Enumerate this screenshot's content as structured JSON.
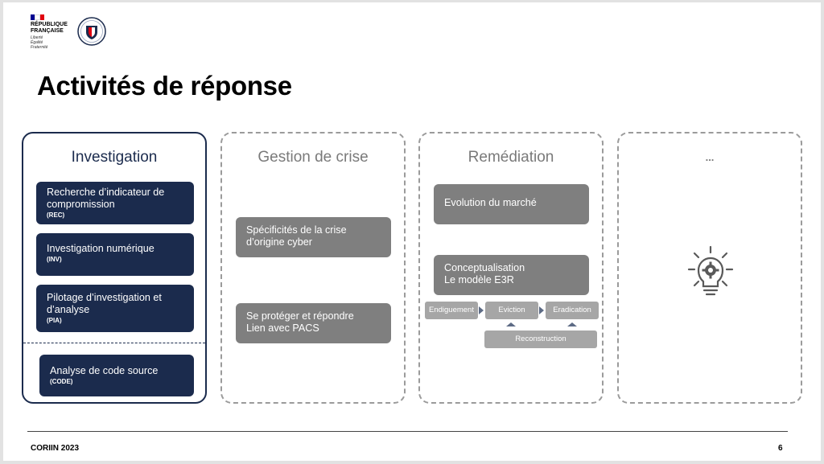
{
  "header": {
    "republique_line1": "RÉPUBLIQUE",
    "republique_line2": "FRANÇAISE",
    "motto_line1": "Liberté",
    "motto_line2": "Égalité",
    "motto_line3": "Fraternité",
    "flag_colors": [
      "#000091",
      "#ffffff",
      "#e1000f"
    ]
  },
  "slide": {
    "title": "Activités de réponse"
  },
  "columns": {
    "investigation": {
      "title": "Investigation",
      "items": [
        {
          "label": "Recherche d’indicateur de compromission",
          "code": "(REC)"
        },
        {
          "label": "Investigation numérique",
          "code": "(INV)"
        },
        {
          "label": "Pilotage d’investigation et d’analyse",
          "code": "(PIA)"
        },
        {
          "label": "Analyse de code source",
          "code": "(CODE)"
        }
      ]
    },
    "crise": {
      "title": "Gestion de crise",
      "items": [
        {
          "line1": "Spécificités de la crise",
          "line2": "d’origine cyber"
        },
        {
          "line1": "Se protéger et répondre",
          "line2": "Lien avec PACS"
        }
      ]
    },
    "remediation": {
      "title": "Remédiation",
      "item1": "Evolution du marché",
      "item2_line1": "Conceptualisation",
      "item2_line2": "Le modèle E3R",
      "steps": [
        "Endiguement",
        "Eviction",
        "Eradication"
      ],
      "reconstruction": "Reconstruction"
    },
    "other": {
      "title": "...",
      "icon": "lightbulb-gear-icon"
    }
  },
  "footer": {
    "event": "CORIIN 2023",
    "page": "6"
  },
  "colors": {
    "navy": "#1b2b4d",
    "grey_box": "#7f7f7f",
    "pill": "#a6a6a6"
  }
}
